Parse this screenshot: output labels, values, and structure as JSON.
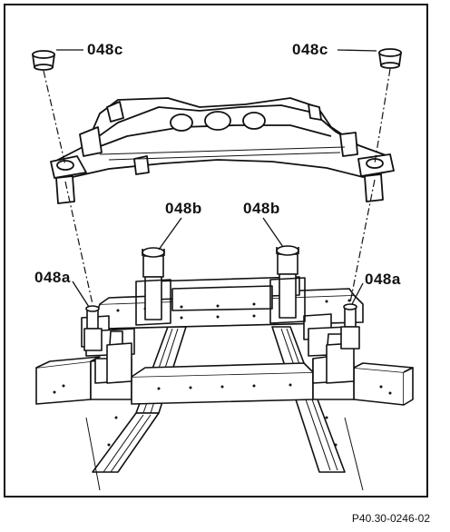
{
  "callouts": {
    "c_left": "048c",
    "c_right": "048c",
    "b_left": "048b",
    "b_right": "048b",
    "a_left": "048a",
    "a_right": "048a"
  },
  "figure_code": "P40.30-0246-02",
  "colors": {
    "ink": "#111111",
    "paper": "#ffffff",
    "shade": "#9a9a9a"
  }
}
